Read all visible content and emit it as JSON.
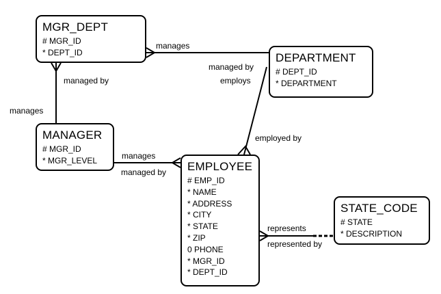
{
  "entities": {
    "mgr_dept": {
      "title": "MGR_DEPT",
      "attributes": [
        "# MGR_ID",
        "* DEPT_ID"
      ]
    },
    "department": {
      "title": "DEPARTMENT",
      "attributes": [
        "# DEPT_ID",
        "* DEPARTMENT"
      ]
    },
    "manager": {
      "title": "MANAGER",
      "attributes": [
        "# MGR_ID",
        "* MGR_LEVEL"
      ]
    },
    "employee": {
      "title": "EMPLOYEE",
      "attributes": [
        "# EMP_ID",
        "* NAME",
        "* ADDRESS",
        "* CITY",
        "* STATE",
        "* ZIP",
        "0 PHONE",
        "* MGR_ID",
        "* DEPT_ID"
      ]
    },
    "state_code": {
      "title": "STATE_CODE",
      "attributes": [
        "# STATE",
        "* DESCRIPTION"
      ]
    }
  },
  "relationships": {
    "mgrdept_department": {
      "from_label": "manages",
      "to_label": "managed by"
    },
    "mgrdept_manager": {
      "from_label": "managed by",
      "to_label": "manages"
    },
    "manager_employee": {
      "from_label": "manages",
      "to_label": "managed by"
    },
    "department_employee": {
      "from_label": "employs",
      "to_label": "employed by"
    },
    "employee_statecode": {
      "from_label": "represents",
      "to_label": "represented by"
    }
  }
}
